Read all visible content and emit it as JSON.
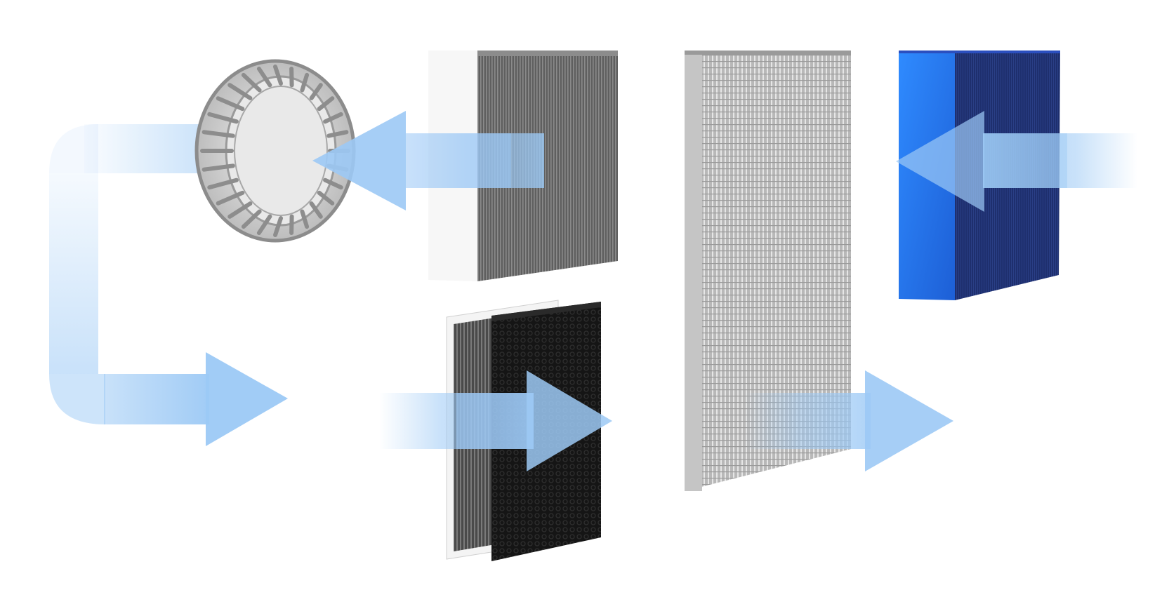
{
  "colors": {
    "background": "#ffffff",
    "airflow_arrow": "#9cc9f5",
    "blue_filter_front": "#2a7ff0",
    "blue_filter_side": "#1e2f6e",
    "carbon_filter": "#1b1b1b",
    "mesh_gray": "#6e6e6e",
    "metal_silver": "#c9c9c9"
  },
  "components": [
    {
      "id": "centrifugal-fan",
      "icon": "fan-wheel-icon"
    },
    {
      "id": "pre-filter-mesh",
      "icon": "mesh-filter-icon"
    },
    {
      "id": "hepa-carbon-filter-pair",
      "icon": "carbon-filter-icon"
    },
    {
      "id": "aluminum-heat-exchanger",
      "icon": "heat-exchanger-icon"
    },
    {
      "id": "blue-evaporative-filter",
      "icon": "humidifier-filter-icon"
    }
  ],
  "airflow": {
    "upper_direction": "right-to-left",
    "lower_direction": "left-to-right",
    "return_loop": "left side"
  }
}
